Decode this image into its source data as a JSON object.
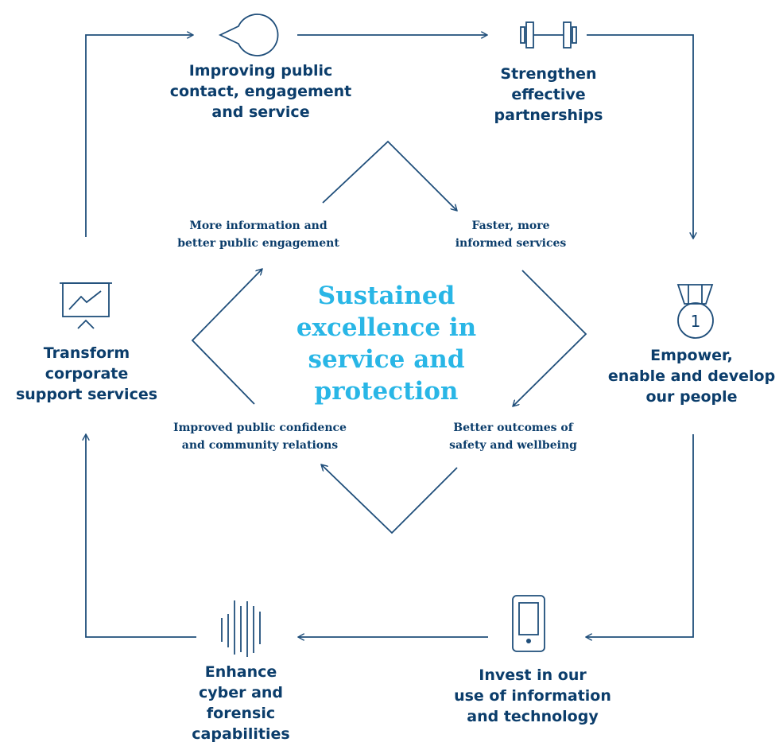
{
  "center": {
    "title": "Sustained\nexcellence in\nservice and\nprotection"
  },
  "outer_steps": [
    {
      "label": "Improving public\ncontact, engagement\nand service",
      "icon": "speech-bubble-icon"
    },
    {
      "label": "Strengthen\neffective\npartnerships",
      "icon": "dumbbell-icon"
    },
    {
      "label": "Empower,\nenable and develop\nour people",
      "icon": "medal-icon"
    },
    {
      "label": "Invest in our\nuse of information\nand technology",
      "icon": "mobile-phone-icon"
    },
    {
      "label": "Enhance\ncyber and\nforensic\ncapabilities",
      "icon": "sound-wave-icon"
    },
    {
      "label": "Transform\ncorporate\nsupport services",
      "icon": "presentation-board-icon"
    }
  ],
  "inner_steps": [
    {
      "label": "More information and\nbetter public engagement"
    },
    {
      "label": "Faster, more\ninformed services"
    },
    {
      "label": "Better outcomes of\nsafety and wellbeing"
    },
    {
      "label": "Improved public confidence\nand community relations"
    }
  ],
  "medal": {
    "number": "1"
  },
  "colors": {
    "navy": "#0b3d6b",
    "cyan": "#29b6e6",
    "line": "#1f4e7a"
  }
}
